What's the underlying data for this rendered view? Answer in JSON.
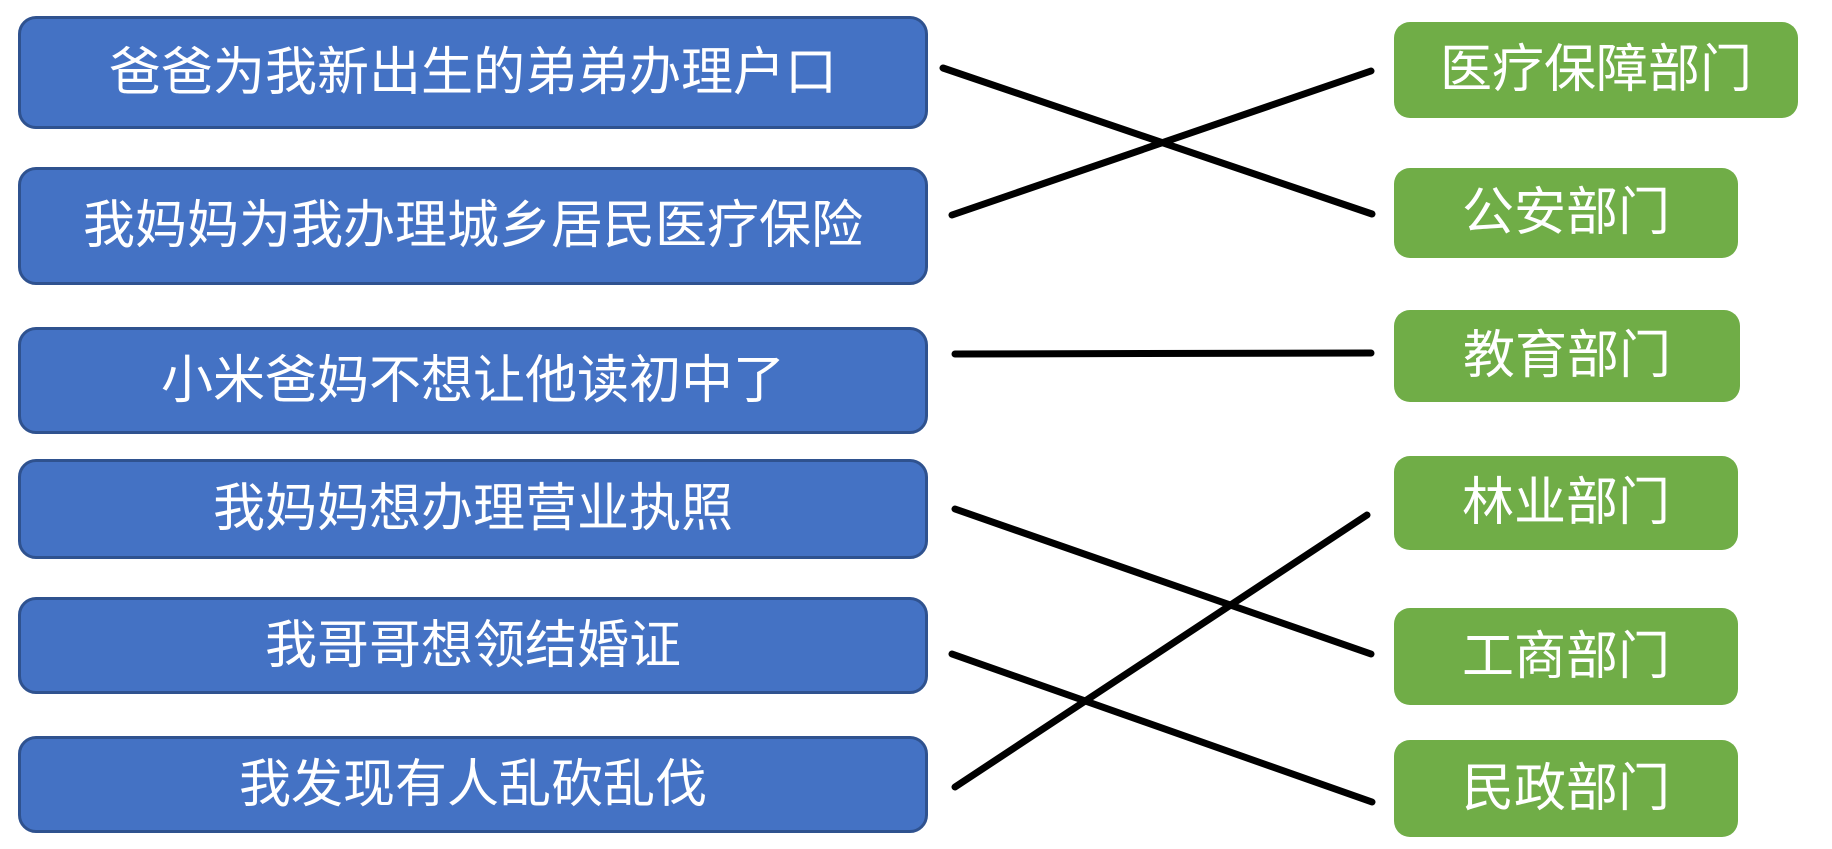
{
  "colors": {
    "left_box_fill": "#4472C4",
    "left_box_border": "#2F528F",
    "right_box_fill": "#70AD47",
    "box_text": "#FFFFFF",
    "connector_line": "#000000"
  },
  "left_items": [
    {
      "label": "爸爸为我新出生的弟弟办理户口"
    },
    {
      "label": "我妈妈为我办理城乡居民医疗保险"
    },
    {
      "label": "小米爸妈不想让他读初中了"
    },
    {
      "label": "我妈妈想办理营业执照"
    },
    {
      "label": "我哥哥想领结婚证"
    },
    {
      "label": "我发现有人乱砍乱伐"
    }
  ],
  "right_items": [
    {
      "label": "医疗保障部门"
    },
    {
      "label": "公安部门"
    },
    {
      "label": "教育部门"
    },
    {
      "label": "林业部门"
    },
    {
      "label": "工商部门"
    },
    {
      "label": "民政部门"
    }
  ],
  "connections": [
    {
      "from_index": 0,
      "to_index": 1,
      "from": "爸爸为我新出生的弟弟办理户口",
      "to": "公安部门"
    },
    {
      "from_index": 1,
      "to_index": 0,
      "from": "我妈妈为我办理城乡居民医疗保险",
      "to": "医疗保障部门"
    },
    {
      "from_index": 2,
      "to_index": 2,
      "from": "小米爸妈不想让他读初中了",
      "to": "教育部门"
    },
    {
      "from_index": 3,
      "to_index": 4,
      "from": "我妈妈想办理营业执照",
      "to": "工商部门"
    },
    {
      "from_index": 4,
      "to_index": 5,
      "from": "我哥哥想领结婚证",
      "to": "民政部门"
    },
    {
      "from_index": 5,
      "to_index": 3,
      "from": "我发现有人乱砍乱伐",
      "to": "林业部门"
    }
  ]
}
